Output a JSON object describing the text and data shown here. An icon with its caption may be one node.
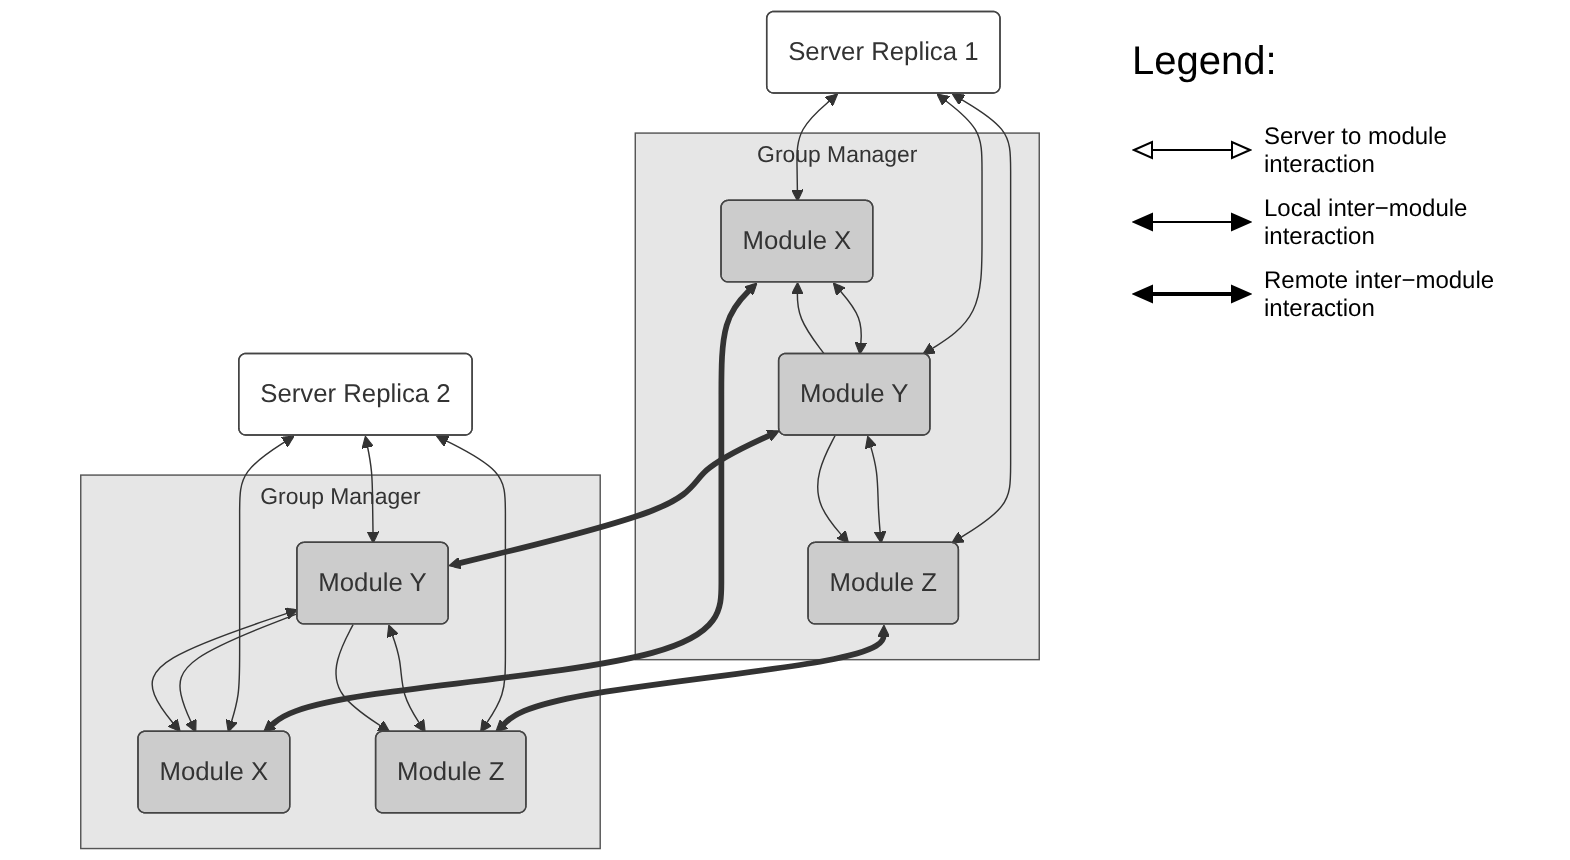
{
  "diagram": {
    "nodes": [
      {
        "text": [
          "Server Replica 1"
        ]
      },
      {
        "text": [
          "Server Replica 2"
        ]
      },
      {
        "text": [
          "Group Manager"
        ]
      },
      {
        "text": [
          "Module X"
        ],
        "in": 2
      },
      {
        "text": [
          "Module Y"
        ],
        "in": 2
      },
      {
        "text": [
          "Module Z"
        ],
        "in": 2
      },
      {
        "text": [
          "Group Manager"
        ]
      },
      {
        "text": [
          "Module X"
        ],
        "in": 6
      },
      {
        "text": [
          "Module Y"
        ],
        "in": 6
      },
      {
        "text": [
          "Module Z"
        ],
        "in": 6
      }
    ],
    "edges": [
      {
        "from": 0,
        "to": 3,
        "arrow": "both"
      },
      {
        "from": 0,
        "to": 4,
        "arrow": "both"
      },
      {
        "from": 0,
        "to": 5,
        "arrow": "both"
      },
      {
        "from": 3,
        "to": 4,
        "arrow": "both"
      },
      {
        "from": 4,
        "to": 5,
        "arrow": "both"
      },
      {
        "from": 4,
        "to": 3,
        "arrow": "to"
      },
      {
        "from": 4,
        "to": 5,
        "arrow": "to"
      },
      {
        "from": 3,
        "to": 7,
        "arrow": "both",
        "style": "thick"
      },
      {
        "from": 4,
        "to": 8,
        "arrow": "both",
        "style": "thick"
      },
      {
        "from": 5,
        "to": 9,
        "arrow": "both",
        "style": "thick"
      },
      {
        "from": 1,
        "to": 7,
        "arrow": "both"
      },
      {
        "from": 1,
        "to": 8,
        "arrow": "both"
      },
      {
        "from": 1,
        "to": 9,
        "arrow": "both"
      },
      {
        "from": 7,
        "to": 8,
        "arrow": "both"
      },
      {
        "from": 8,
        "to": 9,
        "arrow": "both"
      },
      {
        "from": 8,
        "to": 7,
        "arrow": "to"
      },
      {
        "from": 8,
        "to": 9,
        "arrow": "to"
      }
    ],
    "labels": [
      "Legend:"
    ],
    "legend": [
      {
        "text": "Server to module interaction"
      },
      {
        "text": "Local inter−module interaction"
      },
      {
        "text": "Remote inter−module interaction"
      }
    ]
  }
}
